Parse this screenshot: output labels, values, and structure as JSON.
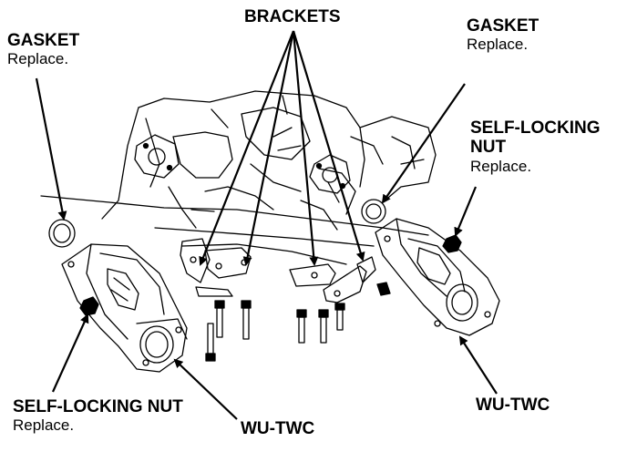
{
  "labels": {
    "brackets": "BRACKETS",
    "gasket_left": "GASKET",
    "gasket_left_note": "Replace.",
    "gasket_right": "GASKET",
    "gasket_right_note": "Replace.",
    "nut_right_line1": "SELF-LOCKING",
    "nut_right_line2": "NUT",
    "nut_right_note": "Replace.",
    "nut_left": "SELF-LOCKING NUT",
    "nut_left_note": "Replace.",
    "wutwc_left": "WU-TWC",
    "wutwc_right": "WU-TWC"
  }
}
